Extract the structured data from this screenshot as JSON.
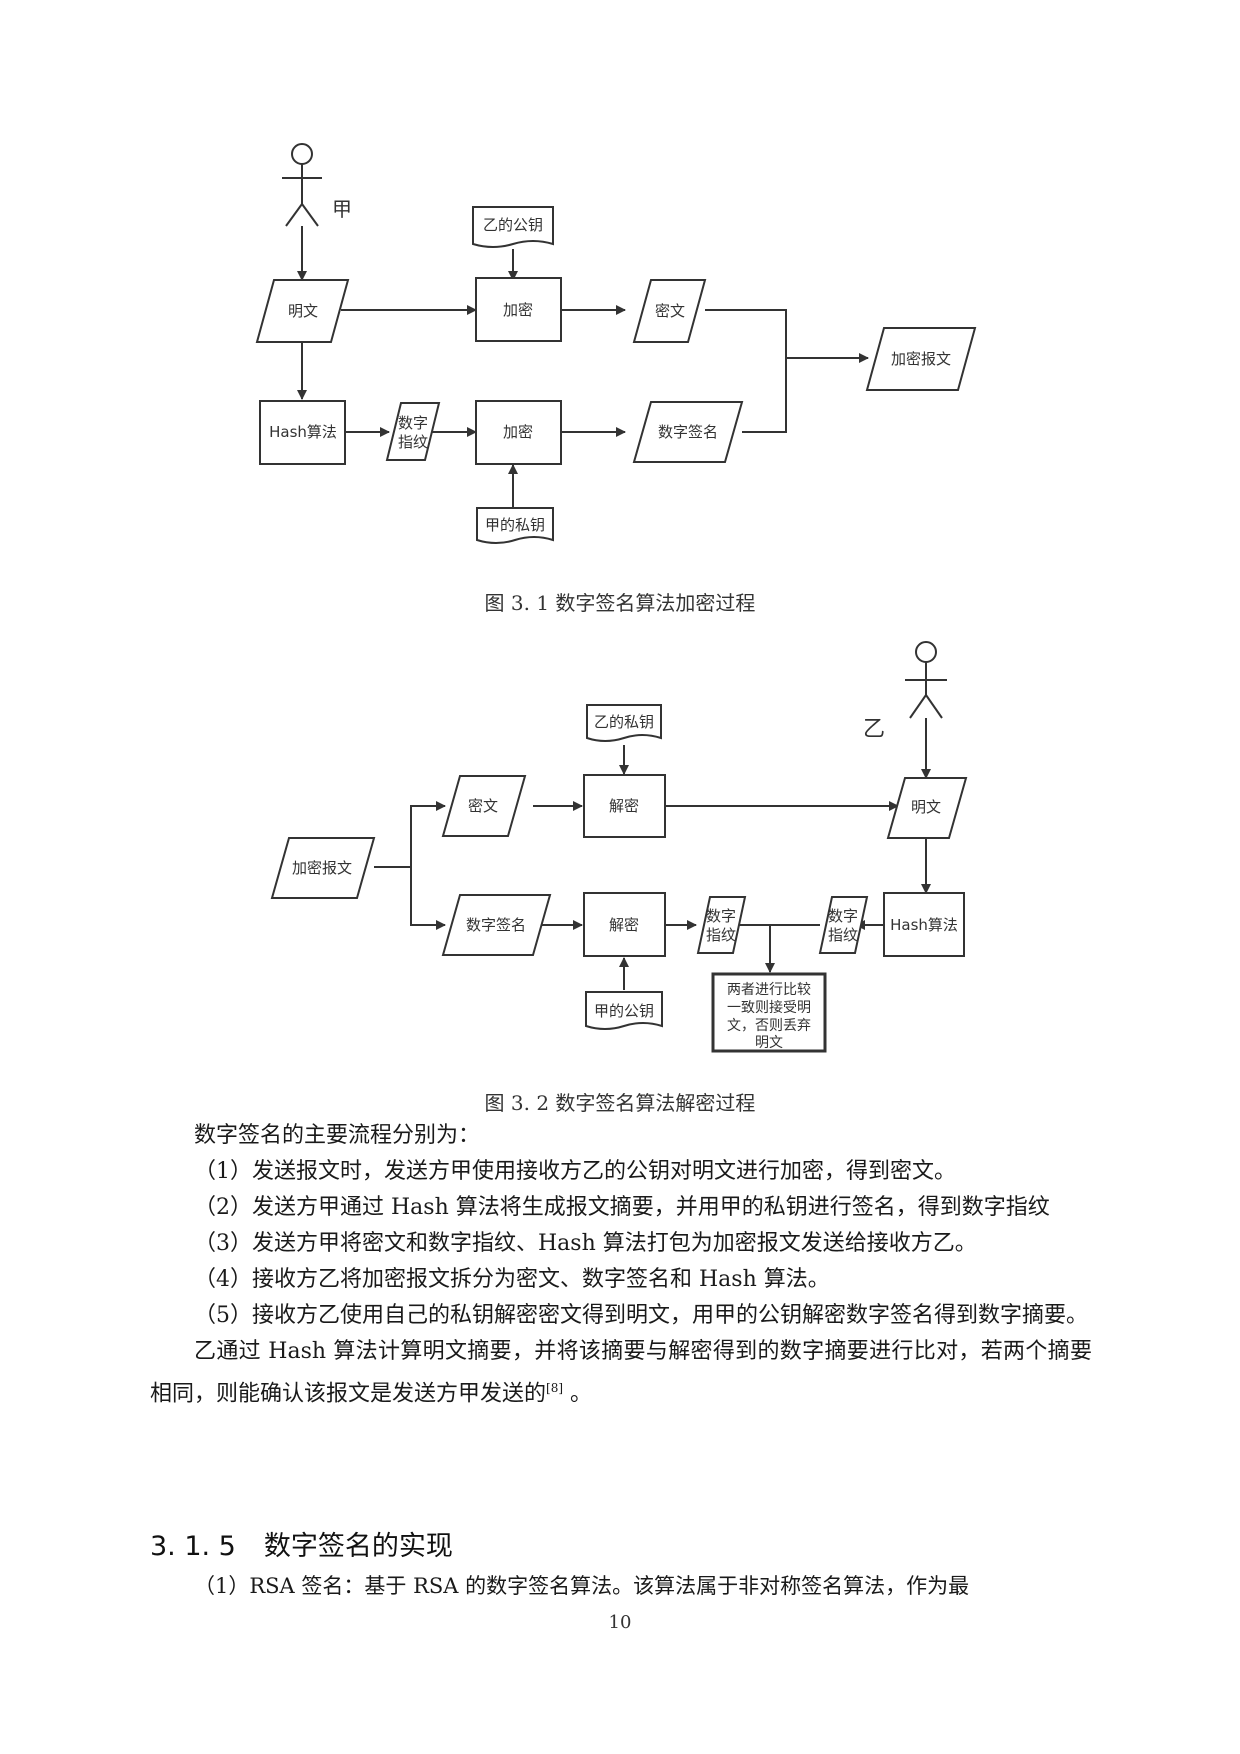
{
  "figure1": {
    "actor_label": "甲",
    "plaintext": "明文",
    "hash_algo": "Hash算法",
    "digest_line1": "数字",
    "digest_line2": "指纹",
    "encrypt_top": "加密",
    "encrypt_bottom": "加密",
    "pubkey_yi": "乙的公钥",
    "privkey_jia": "甲的私钥",
    "ciphertext": "密文",
    "signature": "数字签名",
    "encrypted_msg": "加密报文",
    "caption": "图 3. 1  数字签名算法加密过程"
  },
  "figure2": {
    "actor_label": "乙",
    "encrypted_msg": "加密报文",
    "ciphertext": "密文",
    "signature": "数字签名",
    "decrypt_top": "解密",
    "decrypt_bottom": "解密",
    "privkey_yi": "乙的私钥",
    "pubkey_jia": "甲的公钥",
    "plaintext": "明文",
    "hash_algo": "Hash算法",
    "digest_a_line1": "数字",
    "digest_a_line2": "指纹",
    "digest_b_line1": "数字",
    "digest_b_line2": "指纹",
    "compare_line1": "两者进行比较",
    "compare_line2": "一致则接受明",
    "compare_line3": "文，否则丢弃",
    "compare_line4": "明文",
    "caption": "图 3. 2  数字签名算法解密过程"
  },
  "body": {
    "intro": "数字签名的主要流程分别为：",
    "step1": "（1）发送报文时，发送方甲使用接收方乙的公钥对明文进行加密，得到密文。",
    "step2": "（2）发送方甲通过 Hash 算法将生成报文摘要，并用甲的私钥进行签名，得到数字指纹",
    "step3": "（3）发送方甲将密文和数字指纹、Hash 算法打包为加密报文发送给接收方乙。",
    "step4": "（4）接收方乙将加密报文拆分为密文、数字签名和 Hash 算法。",
    "step5": "（5）接收方乙使用自己的私钥解密密文得到明文，用甲的公钥解密数字签名得到数字摘要。",
    "conclusion": "乙通过 Hash 算法计算明文摘要，并将该摘要与解密得到的数字摘要进行比对，若两个摘要相同，则能确认该报文是发送方甲发送的",
    "citation": "[8]",
    "conclusion_end": " 。"
  },
  "section": {
    "number": "3. 1. 5",
    "title": "数字签名的实现"
  },
  "rsa_para": "（1）RSA 签名：基于 RSA 的数字签名算法。该算法属于非对称签名算法，作为最",
  "page_number": "10"
}
